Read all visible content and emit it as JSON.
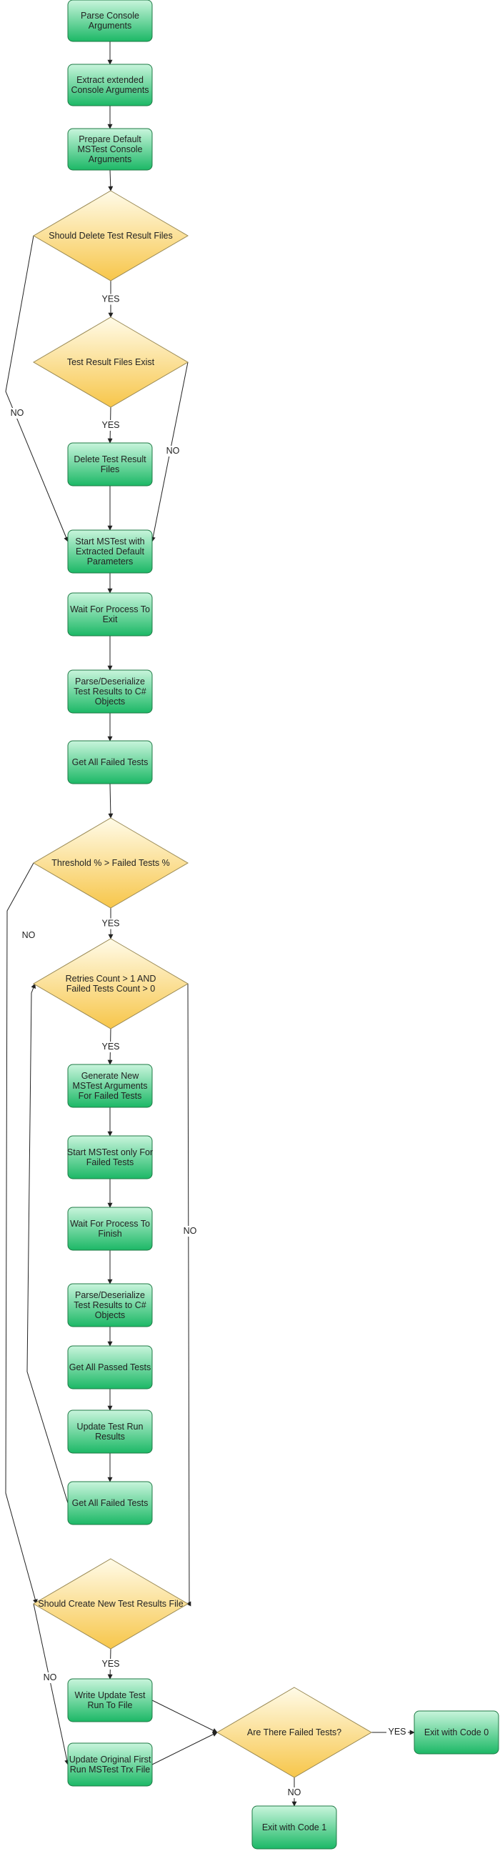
{
  "nodes": [
    {
      "id": "parse_args",
      "shape": "process",
      "lines": [
        "Parse Console",
        "Arguments"
      ]
    },
    {
      "id": "extract_ext",
      "shape": "process",
      "lines": [
        "Extract extended",
        "Console Arguments"
      ]
    },
    {
      "id": "prepare_default",
      "shape": "process",
      "lines": [
        "Prepare Default",
        "MSTest Console",
        "Arguments"
      ]
    },
    {
      "id": "should_delete",
      "shape": "decision",
      "lines": [
        "Should Delete Test Result Files"
      ]
    },
    {
      "id": "files_exist",
      "shape": "decision",
      "lines": [
        "Test Result Files Exist"
      ]
    },
    {
      "id": "delete_files",
      "shape": "process",
      "lines": [
        "Delete Test Result",
        "Files"
      ]
    },
    {
      "id": "start_mstest",
      "shape": "process",
      "lines": [
        "Start MSTest with",
        "Extracted Default",
        "Parameters"
      ]
    },
    {
      "id": "wait_exit",
      "shape": "process",
      "lines": [
        "Wait For Process To",
        "Exit"
      ]
    },
    {
      "id": "parse_results_1",
      "shape": "process",
      "lines": [
        "Parse/Deserialize",
        "Test Results to C#",
        "Objects"
      ]
    },
    {
      "id": "get_failed_1",
      "shape": "process",
      "lines": [
        "Get All Failed Tests"
      ]
    },
    {
      "id": "threshold",
      "shape": "decision",
      "lines": [
        "Threshold % > Failed Tests %"
      ]
    },
    {
      "id": "retries",
      "shape": "decision",
      "lines": [
        "Retries Count > 1 AND",
        "Failed Tests Count > 0"
      ]
    },
    {
      "id": "gen_args",
      "shape": "process",
      "lines": [
        "Generate New",
        "MSTest Arguments",
        "For Failed Tests"
      ]
    },
    {
      "id": "start_failed",
      "shape": "process",
      "lines": [
        "Start MSTest only For",
        "Failed Tests"
      ]
    },
    {
      "id": "wait_finish",
      "shape": "process",
      "lines": [
        "Wait For Process To",
        "Finish"
      ]
    },
    {
      "id": "parse_results_2",
      "shape": "process",
      "lines": [
        "Parse/Deserialize",
        "Test Results to C#",
        "Objects"
      ]
    },
    {
      "id": "get_passed",
      "shape": "process",
      "lines": [
        "Get All Passed Tests"
      ]
    },
    {
      "id": "update_run",
      "shape": "process",
      "lines": [
        "Update Test Run",
        "Results"
      ]
    },
    {
      "id": "get_failed_2",
      "shape": "process",
      "lines": [
        "Get All Failed Tests"
      ]
    },
    {
      "id": "should_create",
      "shape": "decision",
      "lines": [
        "Should Create New Test Results File"
      ]
    },
    {
      "id": "write_update",
      "shape": "process",
      "lines": [
        "Write Update Test",
        "Run To File"
      ]
    },
    {
      "id": "update_original",
      "shape": "process",
      "lines": [
        "Update Original First",
        "Run MSTest Trx File"
      ]
    },
    {
      "id": "any_failed",
      "shape": "decision",
      "lines": [
        "Are There Failed Tests?"
      ]
    },
    {
      "id": "exit_0",
      "shape": "process",
      "lines": [
        "Exit with Code 0"
      ]
    },
    {
      "id": "exit_1",
      "shape": "process",
      "lines": [
        "Exit with Code 1"
      ]
    }
  ],
  "edges": [
    {
      "from": "parse_args",
      "to": "extract_ext",
      "label": ""
    },
    {
      "from": "extract_ext",
      "to": "prepare_default",
      "label": ""
    },
    {
      "from": "prepare_default",
      "to": "should_delete",
      "label": ""
    },
    {
      "from": "should_delete",
      "to": "files_exist",
      "label": "YES"
    },
    {
      "from": "should_delete",
      "to": "start_mstest",
      "label": "NO"
    },
    {
      "from": "files_exist",
      "to": "delete_files",
      "label": "YES"
    },
    {
      "from": "files_exist",
      "to": "start_mstest",
      "label": "NO"
    },
    {
      "from": "delete_files",
      "to": "start_mstest",
      "label": ""
    },
    {
      "from": "start_mstest",
      "to": "wait_exit",
      "label": ""
    },
    {
      "from": "wait_exit",
      "to": "parse_results_1",
      "label": ""
    },
    {
      "from": "parse_results_1",
      "to": "get_failed_1",
      "label": ""
    },
    {
      "from": "get_failed_1",
      "to": "threshold",
      "label": ""
    },
    {
      "from": "threshold",
      "to": "retries",
      "label": "YES"
    },
    {
      "from": "threshold",
      "to": "should_create",
      "label": "NO"
    },
    {
      "from": "retries",
      "to": "gen_args",
      "label": "YES"
    },
    {
      "from": "retries",
      "to": "should_create",
      "label": "NO"
    },
    {
      "from": "gen_args",
      "to": "start_failed",
      "label": ""
    },
    {
      "from": "start_failed",
      "to": "wait_finish",
      "label": ""
    },
    {
      "from": "wait_finish",
      "to": "parse_results_2",
      "label": ""
    },
    {
      "from": "parse_results_2",
      "to": "get_passed",
      "label": ""
    },
    {
      "from": "get_passed",
      "to": "update_run",
      "label": ""
    },
    {
      "from": "update_run",
      "to": "get_failed_2",
      "label": ""
    },
    {
      "from": "get_failed_2",
      "to": "retries",
      "label": ""
    },
    {
      "from": "should_create",
      "to": "write_update",
      "label": "YES"
    },
    {
      "from": "should_create",
      "to": "update_original",
      "label": "NO"
    },
    {
      "from": "write_update",
      "to": "any_failed",
      "label": ""
    },
    {
      "from": "update_original",
      "to": "any_failed",
      "label": ""
    },
    {
      "from": "any_failed",
      "to": "exit_0",
      "label": "YES"
    },
    {
      "from": "any_failed",
      "to": "exit_1",
      "label": "NO"
    }
  ],
  "colors": {
    "process_top": "#c8f5dc",
    "process_bottom": "#1cb866",
    "decision_top": "#fffbe8",
    "decision_bottom": "#f7c64a",
    "line": "#222222"
  }
}
